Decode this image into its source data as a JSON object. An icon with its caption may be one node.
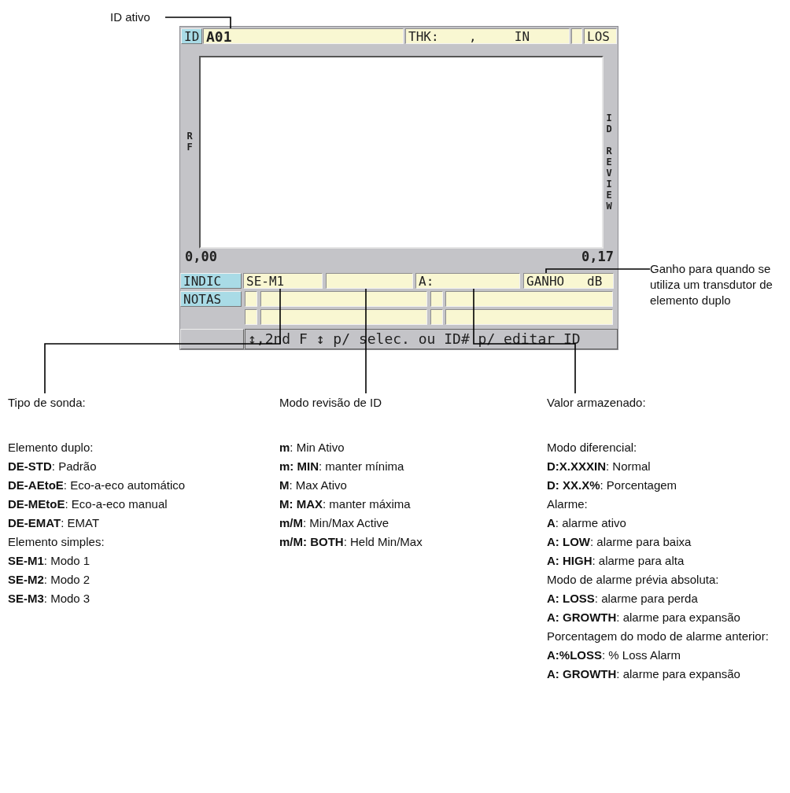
{
  "diagram": {
    "nodes": [
      {
        "text": [
          "ID ativo"
        ]
      },
      {
        "text": [],
        "shape": "box"
      },
      {
        "text": [
          "ID"
        ],
        "in": 1
      },
      {
        "text": [
          "A01"
        ],
        "in": 1
      },
      {
        "text": [
          "THK:    ,     IN"
        ],
        "in": 1
      },
      {
        "text": [],
        "shape": "box",
        "in": 1
      },
      {
        "text": [
          "LOS"
        ],
        "in": 1
      },
      {
        "text": [],
        "shape": "box",
        "in": 1,
        "beside": [
          "RF",
          "ID REVIEW"
        ]
      },
      {
        "text": [
          "INDIC"
        ],
        "in": 1
      },
      {
        "text": [
          "SE-M1"
        ],
        "in": 1
      },
      {
        "text": [],
        "shape": "box",
        "in": 1
      },
      {
        "text": [
          "A:"
        ],
        "in": 1
      },
      {
        "text": [
          "GANHO   dB"
        ],
        "in": 1
      },
      {
        "text": [
          "NOTAS"
        ],
        "in": 1
      },
      {
        "text": [],
        "shape": "box",
        "in": 1
      },
      {
        "text": [],
        "shape": "box",
        "in": 1
      },
      {
        "text": [],
        "shape": "box",
        "in": 1
      },
      {
        "text": [],
        "shape": "box",
        "in": 1
      },
      {
        "text": [],
        "shape": "box",
        "in": 1
      },
      {
        "text": [],
        "shape": "box",
        "in": 1
      },
      {
        "text": [],
        "shape": "box",
        "in": 1
      },
      {
        "text": [],
        "shape": "box",
        "in": 1
      },
      {
        "text": [],
        "shape": "box",
        "in": 1
      },
      {
        "text": [
          "↕,2nd F ↕ p/ selec. ou ID# p/ editar ID"
        ],
        "in": 1
      },
      {
        "text": [
          "Ganho para quando se utiliza um transdutor de elemento duplo"
        ]
      },
      {
        "text": [
          "Tipo de sonda:",
          "Elemento duplo:",
          "**DE-STD**: Padrão",
          "**DE-AEtoE**: Eco-a-eco automático",
          "**DE-MEtoE**: Eco-a-eco manual",
          "**DE-EMAT**: EMAT",
          "Elemento simples:",
          "**SE-M1**: Modo 1",
          "**SE-M2**: Modo 2",
          "**SE-M3**: Modo 3"
        ]
      },
      {
        "text": [
          "Modo revisão de ID",
          "**m**: Min Ativo",
          "**m: MIN**: manter mínima",
          "**M**: Max Ativo",
          "**M: MAX**: manter máxima",
          "**m/M**: Min/Max Active",
          "**m/M: BOTH**: Held Min/Max"
        ]
      },
      {
        "text": [
          "Valor armazenado:",
          "Modo diferencial:",
          "**D:X.XXXIN**: Normal",
          "**D: XX.X%**: Porcentagem",
          "Alarme:",
          "**A**: alarme ativo",
          "**A: LOW**: alarme para baixa",
          "**A: HIGH**: alarme para alta",
          "Modo de alarme prévia absoluta:",
          "**A: LOSS**: alarme para perda",
          "**A: GROWTH**: alarme para expansão",
          "Porcentagem do modo de alarme anterior: **A:%LOSS**: % Loss Alarm",
          "**A: GROWTH**: alarme para expansão"
        ]
      }
    ],
    "edges": [
      {
        "from": 0,
        "to": 3,
        "arrow": "none"
      },
      {
        "from": 24,
        "to": 12,
        "arrow": "none"
      },
      {
        "from": 25,
        "to": 9,
        "arrow": "none"
      },
      {
        "from": 26,
        "to": 10,
        "arrow": "none"
      },
      {
        "from": 27,
        "to": 11,
        "arrow": "none"
      }
    ],
    "labels": [
      "0,00",
      "0,17"
    ]
  }
}
